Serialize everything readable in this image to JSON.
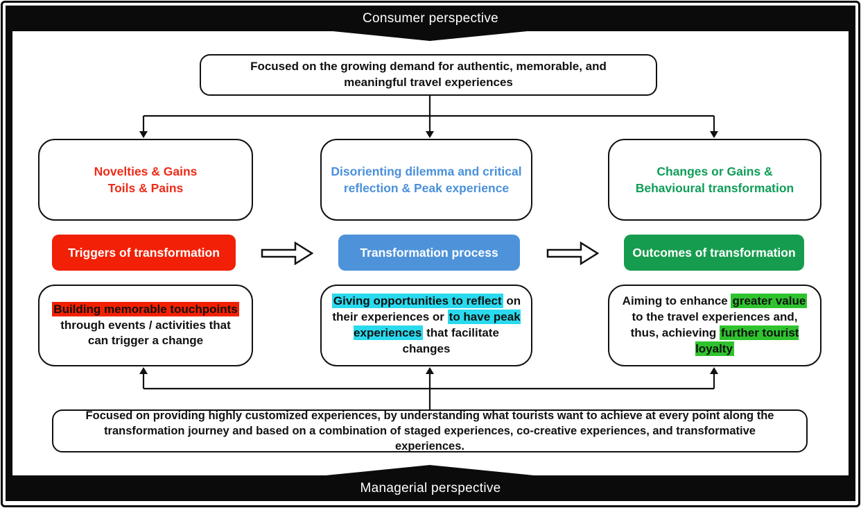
{
  "frame": {
    "top_banner": "Consumer perspective",
    "bottom_banner": "Managerial perspective"
  },
  "consumer_box": "Focused on the growing demand for authentic, memorable, and meaningful travel experiences",
  "managerial_box": "Focused on providing highly customized experiences, by understanding what tourists want to achieve at every point along the transformation journey and based on a combination of staged experiences, co-creative experiences, and transformative experiences.",
  "columns": [
    {
      "key": "triggers",
      "concept_lines": [
        "Novelties & Gains",
        "Toils & Pains"
      ],
      "stage_label": "Triggers of transformation",
      "description": [
        {
          "text": "Building memorable touchpoints",
          "highlight": true
        },
        {
          "text": " through events / activities that can trigger a change",
          "highlight": false
        }
      ]
    },
    {
      "key": "process",
      "concept_lines": [
        "Disorienting dilemma and critical",
        "reflection & Peak experience"
      ],
      "stage_label": "Transformation process",
      "description": [
        {
          "text": "Giving opportunities to reflect",
          "highlight": true
        },
        {
          "text": " on their experiences or ",
          "highlight": false
        },
        {
          "text": "to have peak experiences",
          "highlight": true
        },
        {
          "text": " that facilitate changes",
          "highlight": false
        }
      ]
    },
    {
      "key": "outcomes",
      "concept_lines": [
        "Changes or Gains &",
        "Behavioural transformation"
      ],
      "stage_label": "Outcomes of transformation",
      "description": [
        {
          "text": "Aiming to enhance ",
          "highlight": false
        },
        {
          "text": "greater value",
          "highlight": true
        },
        {
          "text": " to the travel experiences and, thus, achieving ",
          "highlight": false
        },
        {
          "text": "further tourist loyalty",
          "highlight": true
        }
      ]
    }
  ],
  "colors": {
    "triggers_accent": "#f22007",
    "process_accent": "#4e93d9",
    "outcomes_accent": "#169c4e",
    "triggers_text": "#ee2b17",
    "process_text": "#4a90d9",
    "outcomes_text": "#0f9d58",
    "highlight_red": "#f32000",
    "highlight_cyan": "#29daee",
    "highlight_green": "#2ec32e",
    "frame_black": "#0b0b0b"
  }
}
